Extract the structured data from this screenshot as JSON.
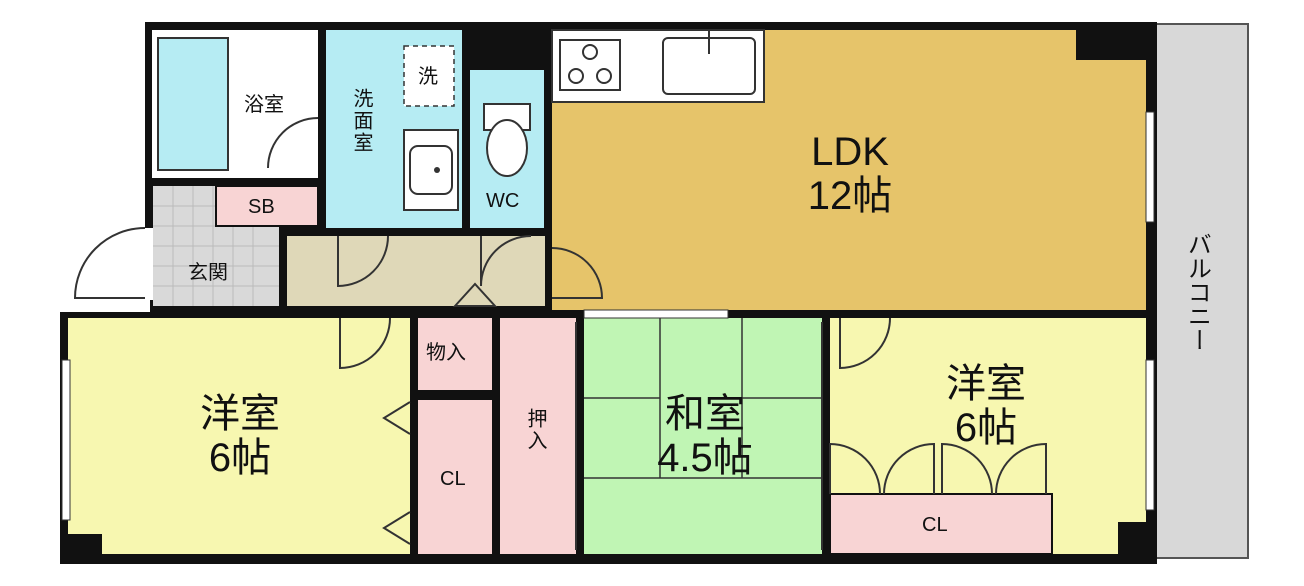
{
  "floorplan": {
    "rooms": {
      "ldk": {
        "name": "LDK",
        "size": "12帖",
        "color": "#e6c46a"
      },
      "western_left": {
        "name": "洋室",
        "size": "6帖",
        "color": "#f7f7b0"
      },
      "western_right": {
        "name": "洋室",
        "size": "6帖",
        "color": "#f7f7b0"
      },
      "japanese": {
        "name": "和室",
        "size": "4.5帖",
        "color": "#c0f5b4"
      },
      "bath": {
        "name": "浴室",
        "color": "#b6ecf3"
      },
      "washroom": {
        "name": "洗面室",
        "color": "#b6ecf3"
      },
      "laundry": {
        "name": "洗"
      },
      "toilet": {
        "name": "WC",
        "color": "#b6ecf3"
      },
      "shoebox": {
        "name": "SB",
        "color": "#f8d4d4"
      },
      "entrance": {
        "name": "玄関",
        "color": "#d9d9d9"
      },
      "storage": {
        "name": "物入",
        "color": "#f8d4d4"
      },
      "closet_left": {
        "name": "CL",
        "color": "#f8d4d4"
      },
      "oshiire": {
        "name": "押入",
        "color": "#f8d4d4"
      },
      "closet_right": {
        "name": "CL",
        "color": "#f8d4d4"
      },
      "hallway": {
        "color": "#dfd8b8"
      },
      "balcony": {
        "name": "バルコニー",
        "color": "#d8d8d8"
      }
    },
    "wall_color": "#111111"
  }
}
